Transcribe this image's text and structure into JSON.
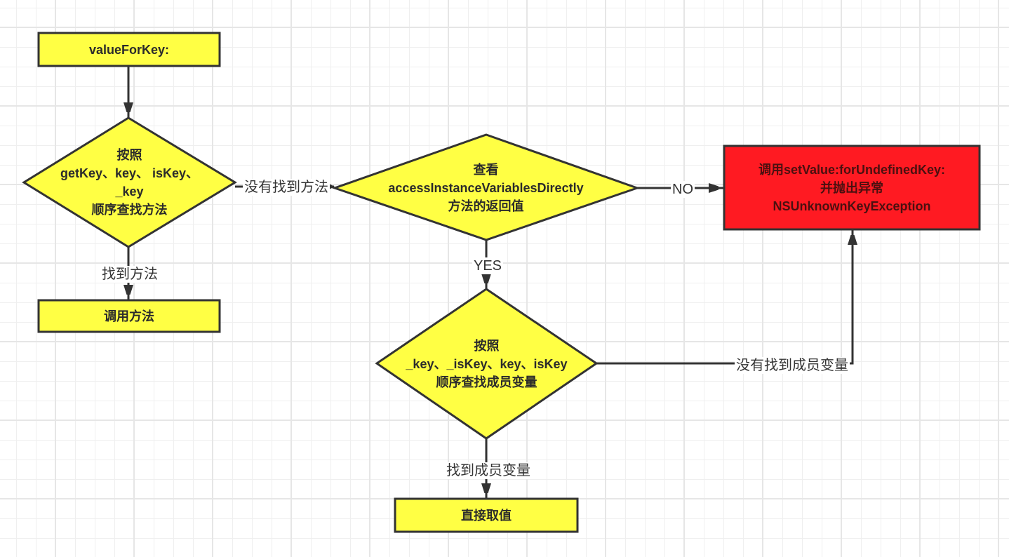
{
  "colors": {
    "decision_fill": "#ffff44",
    "process_fill": "#ffff44",
    "error_fill": "#ff1a22",
    "stroke": "#333333"
  },
  "nodes": {
    "start": {
      "label": "valueForKey:"
    },
    "search_methods": {
      "lines": [
        "按照",
        "getKey、key、 isKey、",
        "_key",
        "顺序查找方法"
      ]
    },
    "check_access": {
      "lines": [
        "查看",
        "accessInstanceVariablesDirectly",
        "方法的返回值"
      ]
    },
    "undefined_key": {
      "lines": [
        "调用setValue:forUndefinedKey:",
        "并抛出异常",
        "NSUnknownKeyException"
      ]
    },
    "call_method": {
      "label": "调用方法"
    },
    "search_ivars": {
      "lines": [
        "按照",
        "_key、_isKey、key、isKey",
        "顺序查找成员变量"
      ]
    },
    "get_value": {
      "label": "直接取值"
    }
  },
  "edges": {
    "method_not_found": "没有找到方法",
    "method_found": "找到方法",
    "no": "NO",
    "yes": "YES",
    "ivar_not_found": "没有找到成员变量",
    "ivar_found": "找到成员变量"
  }
}
